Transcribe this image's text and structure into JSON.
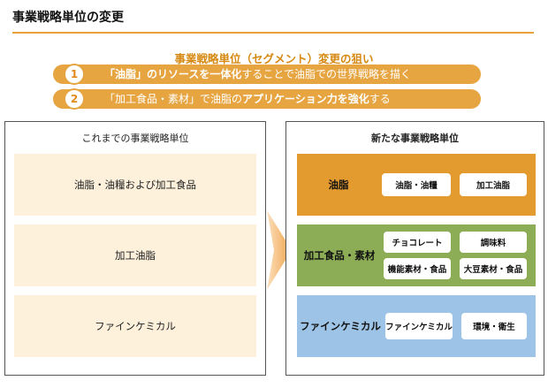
{
  "title": "事業戦略単位の変更",
  "purpose_title": "事業戦略単位（セグメント）変更の狙い",
  "goals": [
    {
      "num": "1",
      "pre": "「油脂」のリソースを一体化",
      "post": "することで油脂での世界戦略を描く"
    },
    {
      "num": "2",
      "pre": "「加工食品・素材」で油脂の",
      "mid": "アプリケーション力を強化",
      "post": "する"
    }
  ],
  "old_panel": {
    "title": "これまでの事業戦略単位",
    "items": [
      "油脂・油糧および加工食品",
      "加工油脂",
      "ファインケミカル"
    ]
  },
  "new_panel": {
    "title": "新たな事業戦略単位",
    "segments": [
      {
        "name": "油脂",
        "color": "#e39a2f",
        "chips": [
          "油脂・油糧",
          "加工油脂"
        ]
      },
      {
        "name": "加工食品・素材",
        "color": "#8cac55",
        "chips": [
          "チョコレート",
          "調味料",
          "機能素材・食品",
          "大豆素材・食品"
        ]
      },
      {
        "name": "ファインケミカル",
        "color": "#9dc3e6",
        "chips": [
          "ファインケミカル",
          "環境・衛生"
        ]
      }
    ]
  },
  "colors": {
    "accent": "#e7a541",
    "arrow": "#f0a24a"
  },
  "icons": {
    "transition": "arrow-right-icon"
  }
}
